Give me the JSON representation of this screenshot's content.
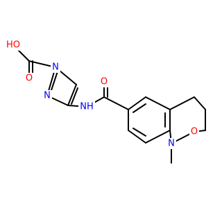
{
  "molecule": {
    "colors": {
      "carbon_bond": "#000000",
      "oxygen": "#ff0000",
      "nitrogen": "#0000ff",
      "background": "#ffffff"
    },
    "atoms": [
      {
        "id": "acid_oh",
        "label": "HO",
        "element": "O"
      },
      {
        "id": "acid_o",
        "label": "O",
        "element": "O"
      },
      {
        "id": "pyrazole_n1",
        "label": "N",
        "element": "N"
      },
      {
        "id": "pyrazole_n2",
        "label": "N",
        "element": "N"
      },
      {
        "id": "amide_nh",
        "label": "NH",
        "element": "N"
      },
      {
        "id": "amide_o",
        "label": "O",
        "element": "O"
      },
      {
        "id": "lactam_n",
        "label": "N",
        "element": "N"
      },
      {
        "id": "lactam_o",
        "label": "O",
        "element": "O"
      }
    ]
  }
}
